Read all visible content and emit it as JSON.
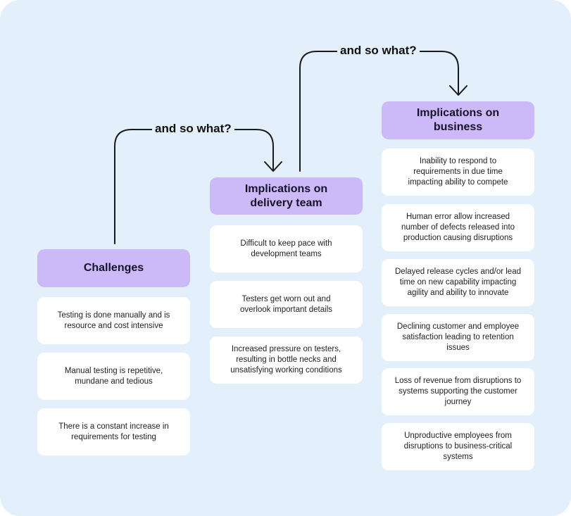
{
  "links": {
    "first": "and so what?",
    "second": "and so what?"
  },
  "challenges": {
    "title": "Challenges",
    "items": [
      "Testing is done manually and is resource and cost intensive",
      "Manual testing is repetitive, mundane and tedious",
      "There is a constant increase in requirements for testing"
    ]
  },
  "delivery": {
    "title": "Implications on delivery team",
    "items": [
      "Difficult to keep pace with development teams",
      "Testers get worn out and overlook important details",
      "Increased pressure on testers, resulting in bottle necks and unsatisfying working conditions"
    ]
  },
  "business": {
    "title": "Implications on business",
    "items": [
      "Inability to respond to requirements in due time impacting ability to compete",
      "Human error allow increased number of defects released into production causing disruptions",
      "Delayed release cycles and/or lead time on new capability impacting agility and ability to innovate",
      "Declining customer and employee satisfaction leading to retention issues",
      "Loss of revenue from disruptions to systems supporting the customer journey",
      "Unproductive employees from disruptions to business-critical systems"
    ]
  },
  "colors": {
    "background": "#e3effb",
    "header": "#cbbaf7",
    "card": "#ffffff",
    "connector": "#1a1a1a"
  }
}
